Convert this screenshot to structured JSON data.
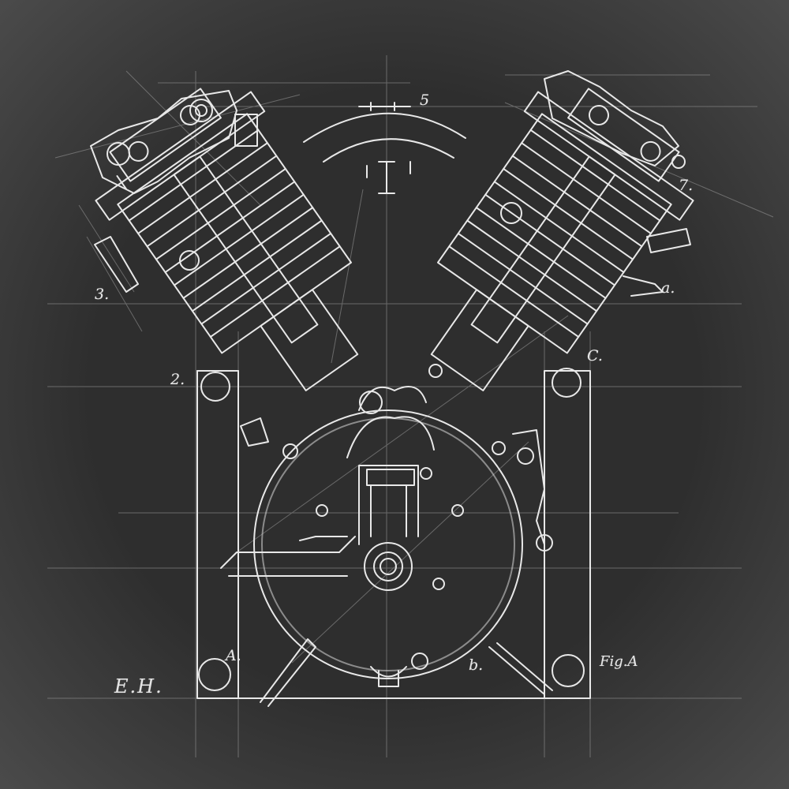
{
  "colors": {
    "background": "#2a2a2a",
    "chalk": "#e8e8e8",
    "guideline": "#9a9a9a"
  },
  "labels": {
    "n5": "5",
    "n7": "7.",
    "n3": "3.",
    "n2": "2.",
    "a": "a.",
    "c": "C.",
    "A": "A.",
    "b": "b.",
    "fig": "Fig.A",
    "signature": "E.H."
  }
}
